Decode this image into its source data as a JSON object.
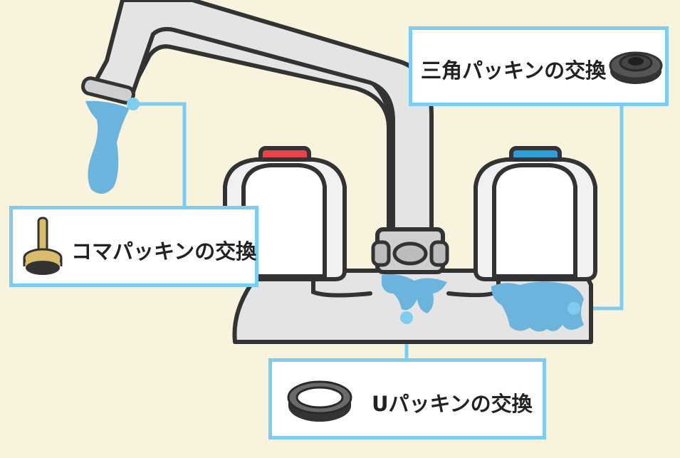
{
  "callouts": {
    "triangle_packing": {
      "label": "三角パッキンの交換",
      "icon": "triangle-packing-icon"
    },
    "koma_packing": {
      "label": "コマパッキンの交換",
      "icon": "koma-packing-icon"
    },
    "u_packing": {
      "label": "Uパッキンの交換",
      "icon": "u-packing-icon"
    }
  },
  "colors": {
    "background": "#f8f3dd",
    "accent_line": "#7ecdf0",
    "water": "#6ab4dd",
    "hot_cap": "#e8444a",
    "cold_cap": "#2b9fd8",
    "outline": "#333333",
    "faucet_body": "#e4e4e4"
  }
}
